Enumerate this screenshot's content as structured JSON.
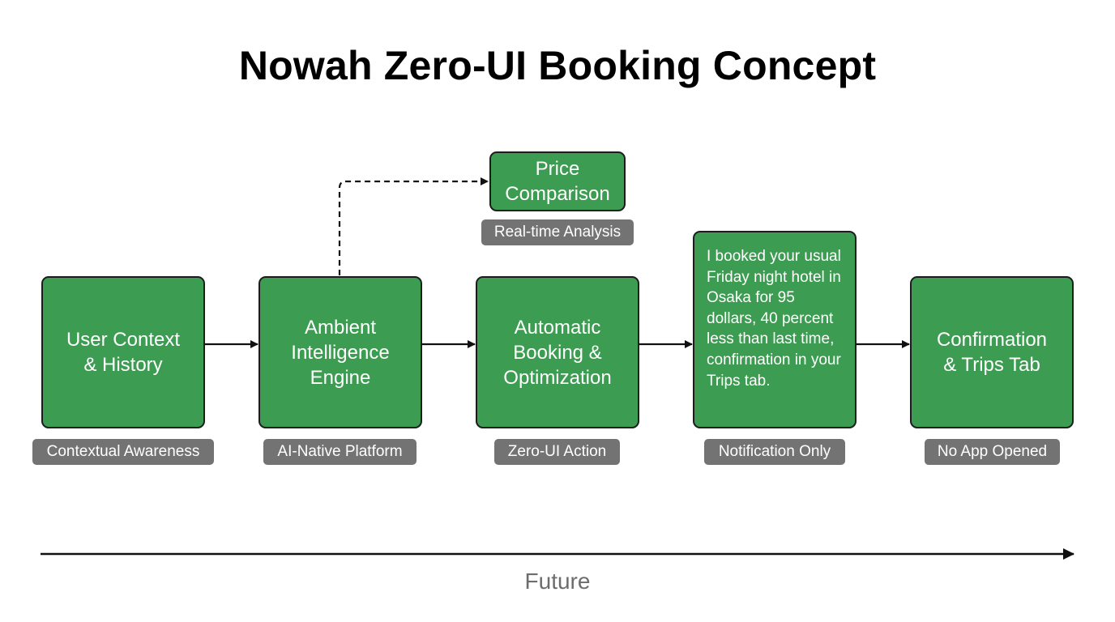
{
  "title": "Nowah Zero-UI Booking Concept",
  "steps": [
    {
      "label": "User Context\n& History",
      "tag": "Contextual Awareness"
    },
    {
      "label": "Ambient\nIntelligence\nEngine",
      "tag": "AI-Native Platform"
    },
    {
      "label": "Automatic\nBooking &\nOptimization",
      "tag": "Zero-UI Action"
    },
    {
      "label": "I booked your usual Friday night hotel in Osaka for 95 dollars, 40 percent less than last time, confirmation in your Trips tab.",
      "tag": "Notification Only"
    },
    {
      "label": "Confirmation\n& Trips Tab",
      "tag": "No App Opened"
    }
  ],
  "branch": {
    "label": "Price\nComparison",
    "tag": "Real-time Analysis"
  },
  "timeline": {
    "label": "Future"
  },
  "colors": {
    "box_fill": "#3c9c51",
    "tag_fill": "#737373",
    "arrow": "#111111"
  }
}
